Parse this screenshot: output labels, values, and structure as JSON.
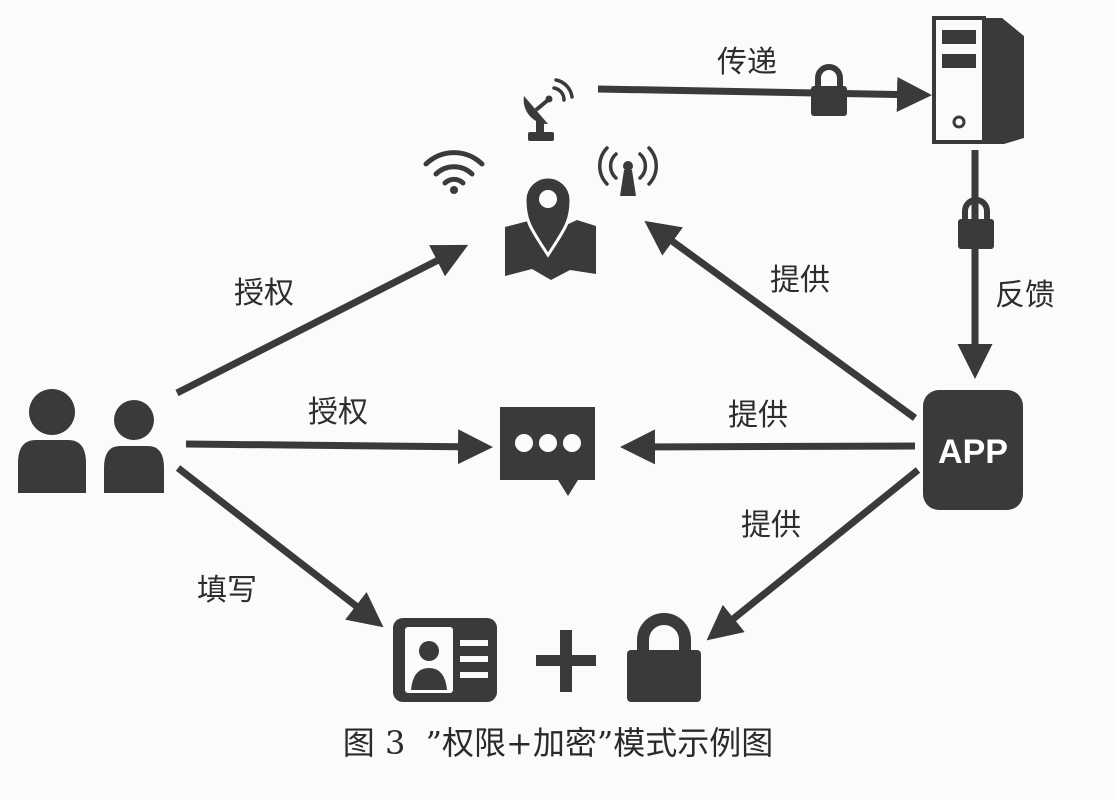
{
  "colors": {
    "ink": "#3a3a3a",
    "background": "#fbfbfb",
    "icon_text": "#ffffff"
  },
  "nodes": {
    "users": {
      "icon": "two-users-icon"
    },
    "location_group": {
      "icons": [
        "satellite-dish-icon",
        "wifi-icon",
        "radio-tower-icon",
        "map-pin-icon"
      ]
    },
    "server": {
      "icon": "server-icon"
    },
    "app": {
      "icon": "app-icon",
      "label": "APP"
    },
    "message": {
      "icon": "chat-bubble-icon"
    },
    "id_card": {
      "icon": "id-card-icon"
    },
    "plus": {
      "icon": "plus-icon"
    },
    "padlock": {
      "icon": "padlock-icon"
    }
  },
  "edges": {
    "transfer": {
      "label": "传递",
      "icon": "padlock-icon"
    },
    "feedback": {
      "label": "反馈",
      "icon": "padlock-icon"
    },
    "authorize_location": {
      "label": "授权"
    },
    "authorize_message": {
      "label": "授权"
    },
    "fill_in": {
      "label": "填写"
    },
    "provide_location": {
      "label": "提供"
    },
    "provide_message": {
      "label": "提供"
    },
    "provide_id": {
      "label": "提供"
    }
  },
  "caption": "图 3  ”权限+加密”模式示例图"
}
